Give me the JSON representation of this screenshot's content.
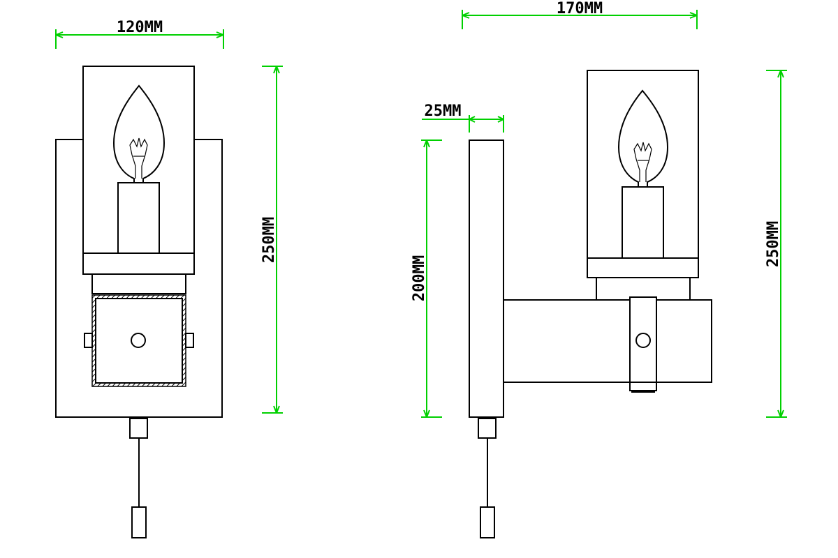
{
  "dimensions": {
    "front_width": "120MM",
    "front_height": "250MM",
    "side_depth": "170MM",
    "side_plate_thickness": "25MM",
    "side_plate_height": "200MM",
    "side_height": "250MM"
  },
  "colors": {
    "dimension_line": "#00d000",
    "outline": "#000000",
    "background": "#ffffff"
  }
}
